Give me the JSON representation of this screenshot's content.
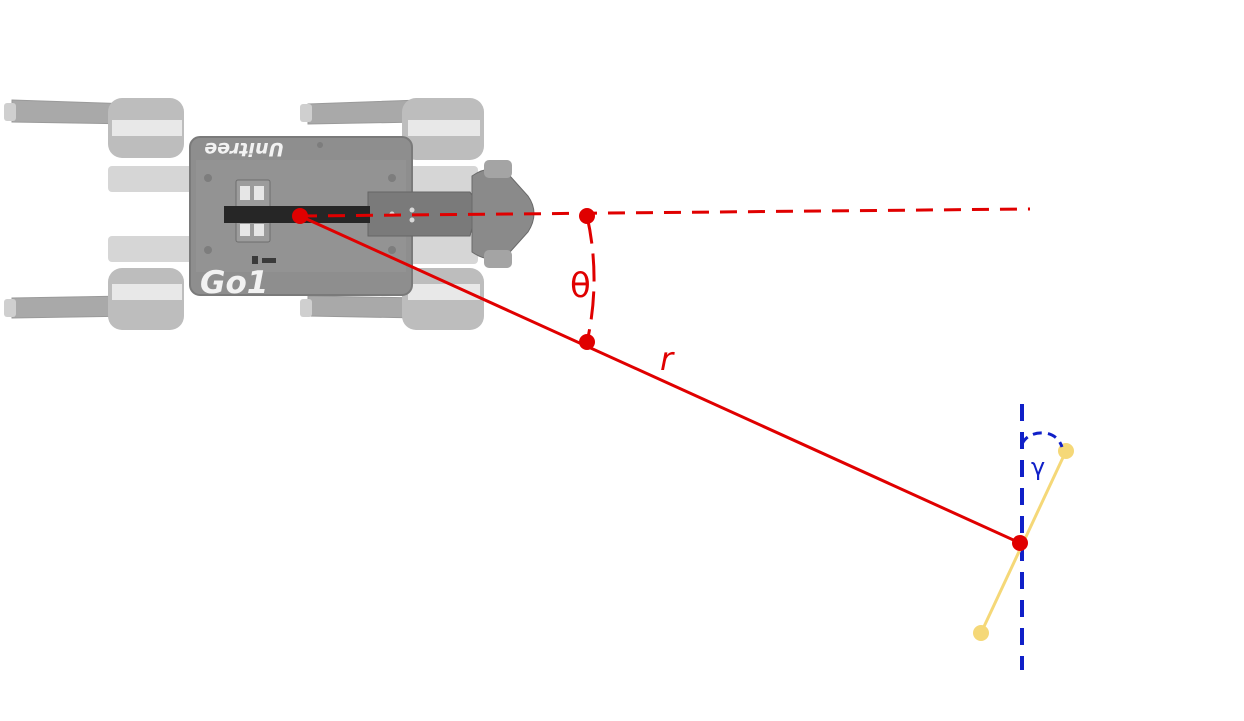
{
  "robot": {
    "brand_text": "Unitree",
    "model_text": "Go1"
  },
  "labels": {
    "theta": "θ",
    "r": "r",
    "gamma": "γ"
  },
  "colors": {
    "relative_position": "#e00000",
    "reference_axis": "#1020c8",
    "target_segment": "#f5d878",
    "robot_body": "#8e8e8e"
  }
}
